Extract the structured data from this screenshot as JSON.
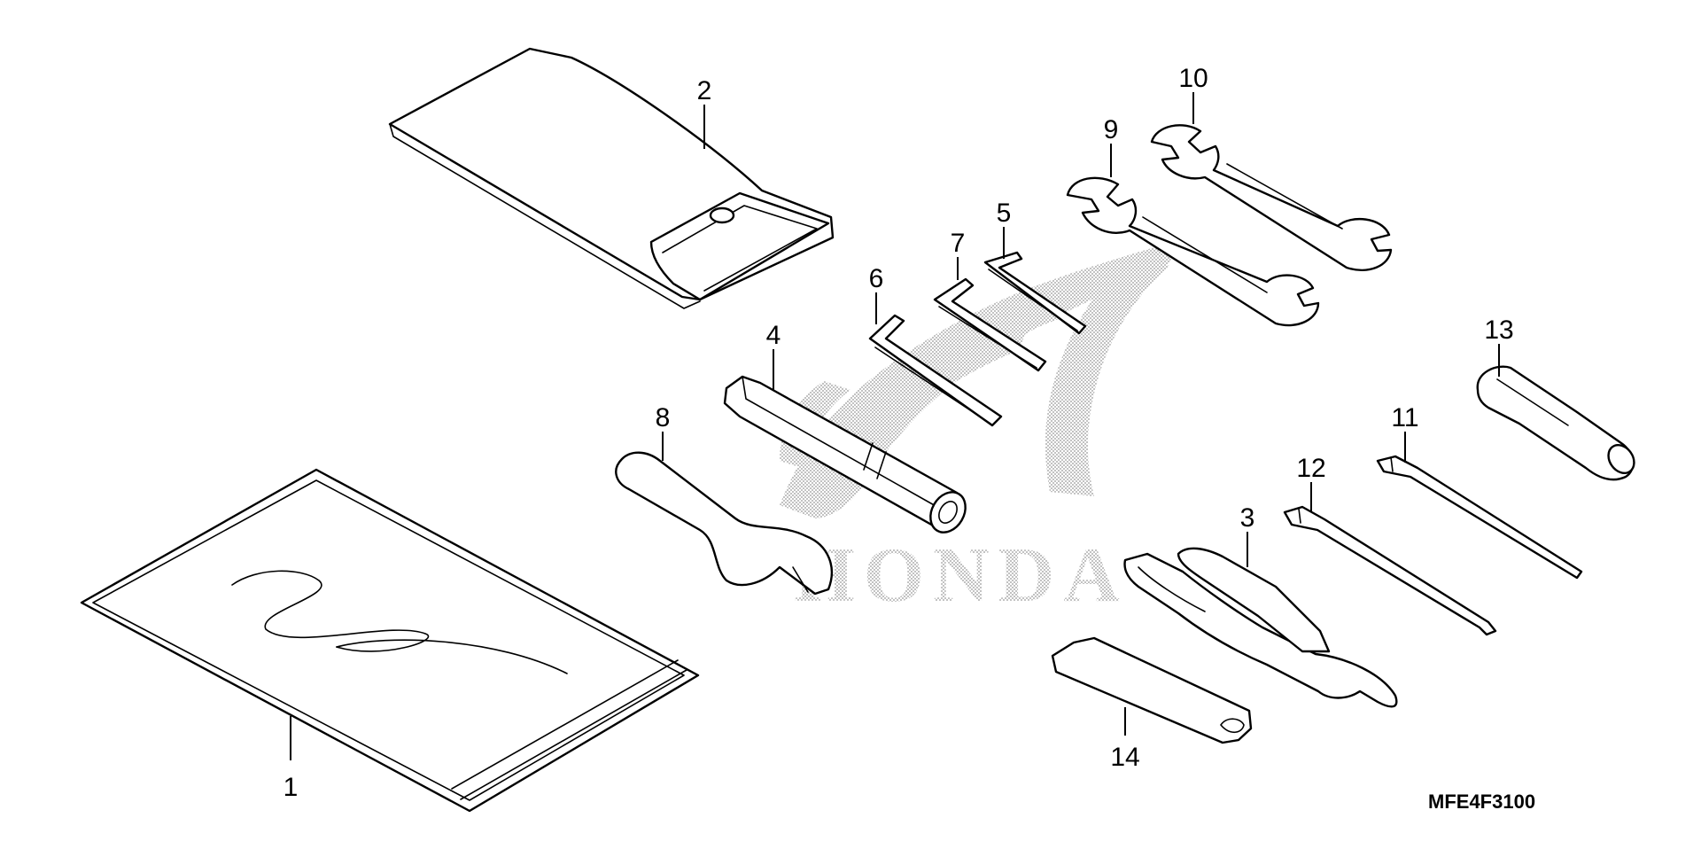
{
  "diagram": {
    "parts": [
      {
        "id": "1",
        "name": "manual-pouch"
      },
      {
        "id": "2",
        "name": "tool-bag"
      },
      {
        "id": "3",
        "name": "pliers"
      },
      {
        "id": "4",
        "name": "spark-plug-wrench"
      },
      {
        "id": "5",
        "name": "hex-key-small"
      },
      {
        "id": "6",
        "name": "hex-key-large"
      },
      {
        "id": "7",
        "name": "hex-key-medium"
      },
      {
        "id": "8",
        "name": "pin-spanner"
      },
      {
        "id": "9",
        "name": "open-end-wrench-a"
      },
      {
        "id": "10",
        "name": "open-end-wrench-b"
      },
      {
        "id": "11",
        "name": "screwdriver-phillips"
      },
      {
        "id": "12",
        "name": "screwdriver-flat"
      },
      {
        "id": "13",
        "name": "screwdriver-handle"
      },
      {
        "id": "14",
        "name": "grip-sleeve"
      }
    ],
    "watermark": "HONDA",
    "drawing_code": "MFE4F3100",
    "logo_color": "#9a9a9a"
  }
}
